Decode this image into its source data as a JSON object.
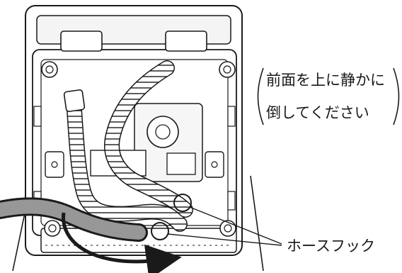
{
  "instruction": {
    "line1": "前面を上に静かに",
    "line2": "倒してください"
  },
  "callout": {
    "hose_hook_label": "ホースフック"
  },
  "colors": {
    "outline": "#1a1a1a",
    "fill": "#ffffff",
    "light": "#f2f2f2"
  },
  "icons": [
    "rotate-arrow-icon",
    "hook-circle-icon"
  ]
}
